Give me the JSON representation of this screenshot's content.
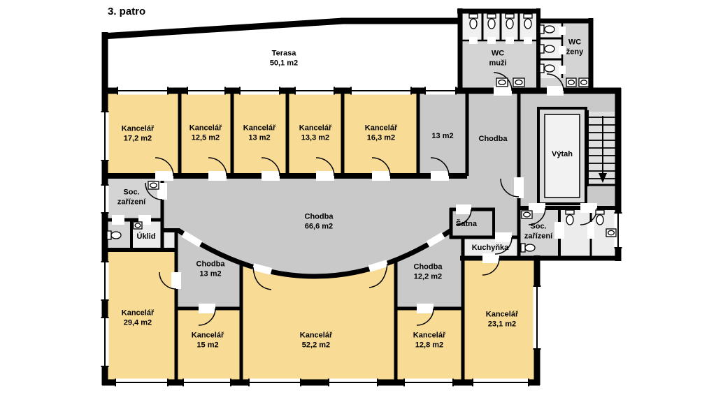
{
  "title": "3. patro",
  "colors": {
    "wall": "#000000",
    "office": "#F8DC96",
    "corridor": "#C9C9C9",
    "facility": "#D4D4D4",
    "light_room": "#ECECEC",
    "background": "#FFFFFF"
  },
  "rooms": {
    "terasa": {
      "name": "Terasa",
      "area": "50,1 m2"
    },
    "kancelar_17_2": {
      "name": "Kancelář",
      "area": "17,2 m2"
    },
    "kancelar_12_5": {
      "name": "Kancelář",
      "area": "12,5 m2"
    },
    "kancelar_13": {
      "name": "Kancelář",
      "area": "13 m2"
    },
    "kancelar_13_3": {
      "name": "Kancelář",
      "area": "13,3 m2"
    },
    "kancelar_16_3": {
      "name": "Kancelář",
      "area": "16,3 m2"
    },
    "room_13": {
      "name": "13 m2",
      "area": ""
    },
    "chodba_top": {
      "name": "Chodba",
      "area": ""
    },
    "vytah": {
      "name": "Výtah",
      "area": ""
    },
    "wc_muzi": {
      "name": "WC",
      "area": "muži"
    },
    "wc_zeny": {
      "name": "WC",
      "area": "ženy"
    },
    "soc_zarizeni_left": {
      "name": "Soc.",
      "area": "zařízení"
    },
    "uklid": {
      "name": "Úklid",
      "area": ""
    },
    "chodba_main": {
      "name": "Chodba",
      "area": "66,6 m2"
    },
    "chodba_left": {
      "name": "Chodba",
      "area": "13 m2"
    },
    "chodba_right": {
      "name": "Chodba",
      "area": "12,2 m2"
    },
    "satna": {
      "name": "Šatna",
      "area": ""
    },
    "kuchynka": {
      "name": "Kuchyňka",
      "area": ""
    },
    "soc_zarizeni_right": {
      "name": "Soc.",
      "area": "zařízení"
    },
    "kancelar_29_4": {
      "name": "Kancelář",
      "area": "29,4 m2"
    },
    "kancelar_15": {
      "name": "Kancelář",
      "area": "15 m2"
    },
    "kancelar_52_2": {
      "name": "Kancelář",
      "area": "52,2 m2"
    },
    "kancelar_12_8": {
      "name": "Kancelář",
      "area": "12,8 m2"
    },
    "kancelar_23_1": {
      "name": "Kancelář",
      "area": "23,1 m2"
    }
  }
}
